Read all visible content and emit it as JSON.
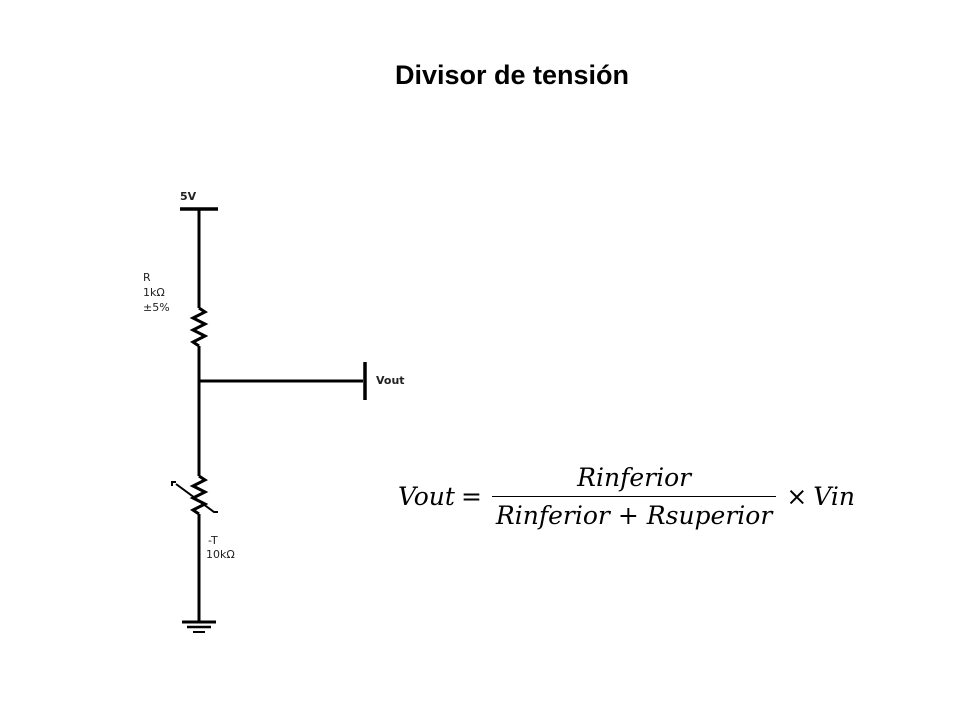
{
  "title": "Divisor de tensión",
  "circuit": {
    "supply_label": "5V",
    "resistor": {
      "name": "R",
      "value": "1kΩ",
      "tolerance": "±5%"
    },
    "thermistor": {
      "type": "-T",
      "value": "10kΩ"
    },
    "output_label": "Vout"
  },
  "formula": {
    "lhs": "Vout",
    "equals": "=",
    "numerator": "Rinferior",
    "denominator_a": "Rinferior",
    "plus": "+",
    "denominator_b": "Rsuperior",
    "times": "×",
    "rhs": "Vin"
  }
}
